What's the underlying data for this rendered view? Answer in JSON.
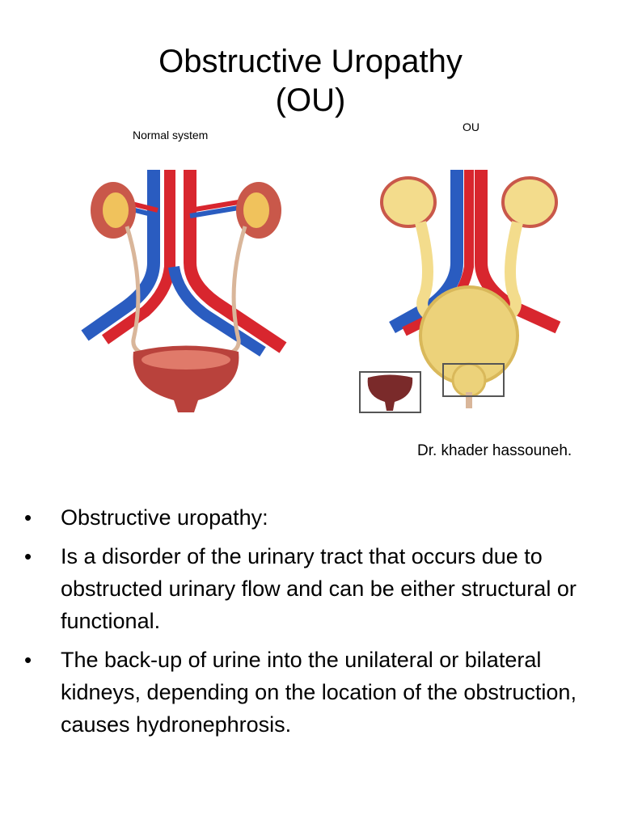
{
  "slide": {
    "title_line1": "Obstructive Uropathy",
    "title_line2": "(OU)",
    "caption_normal": "Normal system",
    "caption_ou": "OU",
    "author": "Dr. khader hassouneh."
  },
  "bullets": [
    "Obstructive uropathy:",
    " Is a disorder of the urinary tract that occurs due to obstructed urinary flow and can be either structural or functional.",
    "The back-up of urine into the unilateral or bilateral kidneys, depending on the location of the obstruction, causes hydronephrosis."
  ],
  "colors": {
    "artery": "#d8262e",
    "vein": "#2a5cc0",
    "kidney": "#c9584a",
    "urine_dilated": "#f3dc8c",
    "bladder": "#b9423c"
  }
}
